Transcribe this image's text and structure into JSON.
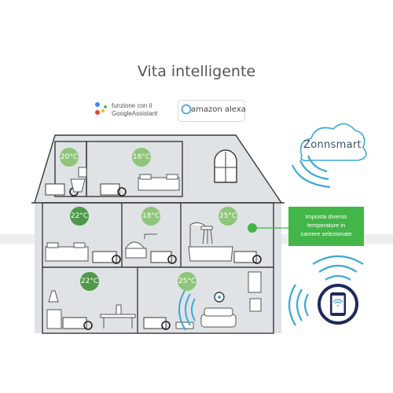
{
  "title": "Vita intelligente",
  "assistants": {
    "google": {
      "line1": "funzione con il",
      "line2": "GoogleAssistant"
    },
    "alexa": "amazon alexa"
  },
  "cloud_brand": "Zonnsmart",
  "callout": {
    "line1": "Imposta diverso",
    "line2": "temperature in",
    "line3": "camere selezionate"
  },
  "rooms": {
    "bathroom_top": "20°C",
    "bedroom_top": "18°C",
    "bedroom_left": "22°C",
    "nursery": "18°C",
    "bathroom_mid": "25°C",
    "kitchen": "22°C",
    "living_room": "25°C"
  },
  "colors": {
    "house_fill": "#dfe3e6",
    "house_line": "#3a3a3a",
    "accent_green": "#43b649",
    "wifi_blue": "#3ea8d6",
    "phone_ring": "#1e2a5a"
  }
}
